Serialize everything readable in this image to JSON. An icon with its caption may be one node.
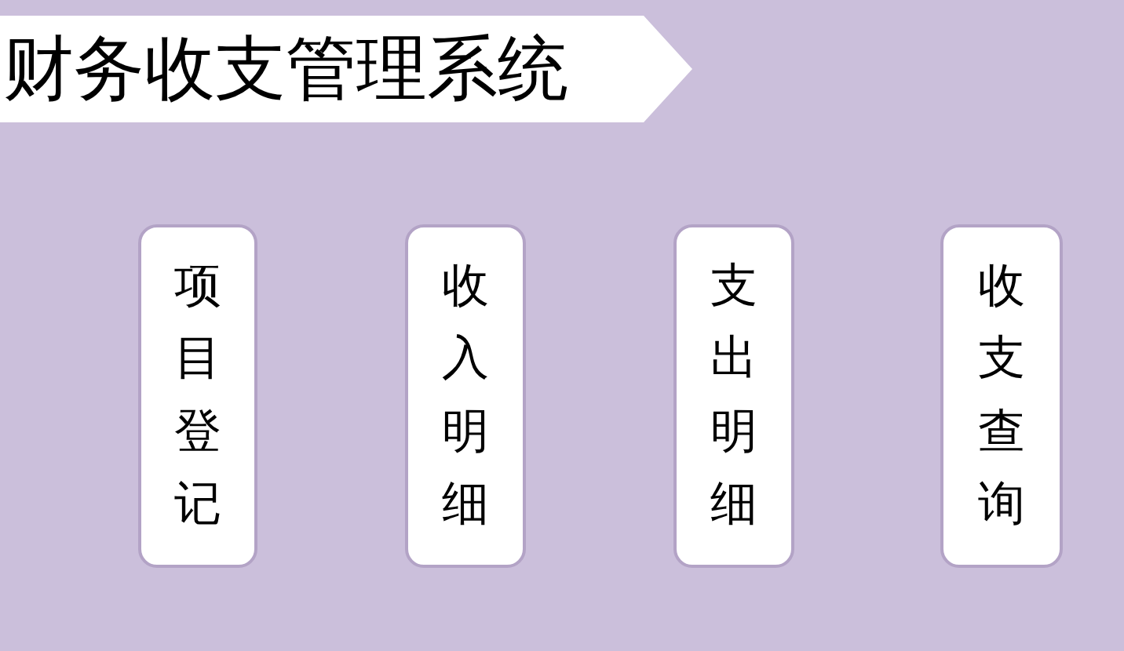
{
  "diagram": {
    "title": "财务收支管理系统",
    "nodes": [
      {
        "text": [
          "项目登记"
        ]
      },
      {
        "text": [
          "收入明细"
        ]
      },
      {
        "text": [
          "支出明细"
        ]
      },
      {
        "text": [
          "收支查询"
        ]
      }
    ]
  }
}
